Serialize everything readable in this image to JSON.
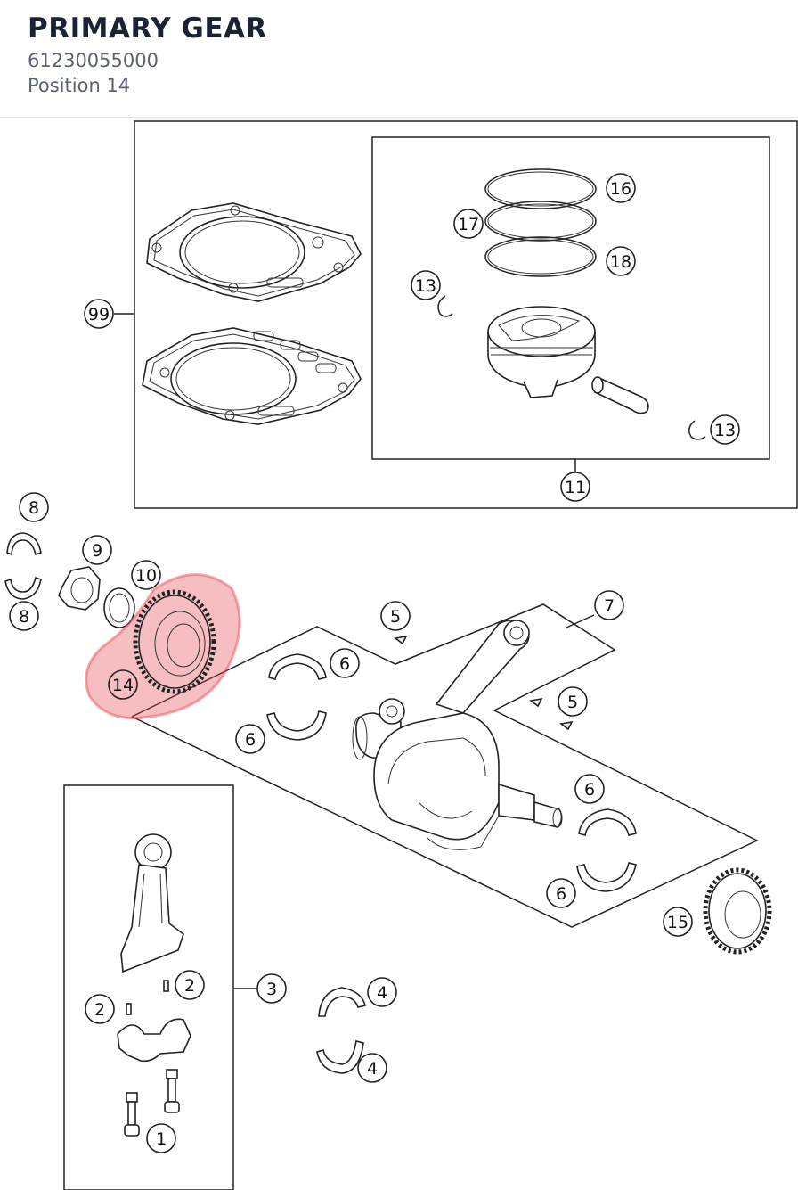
{
  "header": {
    "title": "PRIMARY GEAR",
    "part_number": "61230055000",
    "position": "Position 14"
  },
  "highlight": {
    "label": "14",
    "color": "#e8454d"
  },
  "callouts": {
    "c16": "16",
    "c17": "17",
    "c18": "18",
    "c13a": "13",
    "c13b": "13",
    "c99": "99",
    "c11": "11",
    "c8a": "8",
    "c8b": "8",
    "c9": "9",
    "c10": "10",
    "c5a": "5",
    "c5b": "5",
    "c7": "7",
    "c6a": "6",
    "c6b": "6",
    "c6c": "6",
    "c6d": "6",
    "c15": "15",
    "c3": "3",
    "c2a": "2",
    "c2b": "2",
    "c4a": "4",
    "c4b": "4",
    "c1": "1"
  }
}
